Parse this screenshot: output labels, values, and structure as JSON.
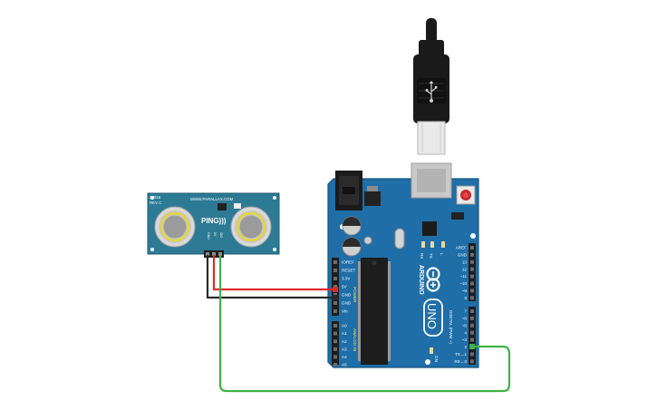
{
  "ping_sensor": {
    "model": "28015",
    "rev": "REV C",
    "website": "WWW.PARALLAX.COM",
    "brand": "PING)))",
    "pins": [
      "GND",
      "5V",
      "SIG"
    ]
  },
  "arduino": {
    "brand": "ARDUINO",
    "model": "UNO",
    "power_header_title": "POWER",
    "analog_header_title": "ANALOG IN",
    "digital_header_title": "DIGITAL (PWM ~)",
    "led_labels": [
      "RX",
      "TX",
      "L",
      "ON"
    ],
    "power_pins": [
      "IOREF",
      "RESET",
      "3.3V",
      "5V",
      "GND",
      "GND",
      "Vin"
    ],
    "analog_pins": [
      "A0",
      "A1",
      "A2",
      "A3",
      "A4",
      "A5"
    ],
    "digital_top_pins": [
      "AREF",
      "GND",
      "13",
      "12",
      "~11",
      "~10",
      "~9",
      "8"
    ],
    "digital_bottom_pins": [
      "7",
      "~6",
      "~5",
      "4",
      "~3",
      "2",
      "TX→1",
      "RX←0"
    ]
  },
  "wires": [
    {
      "name": "5v-wire",
      "color": "#e02b2b",
      "from": "PING 5V",
      "to": "Arduino 5V"
    },
    {
      "name": "gnd-wire",
      "color": "#2a2a2a",
      "from": "PING GND",
      "to": "Arduino GND"
    },
    {
      "name": "signal-wire",
      "color": "#3fb24a",
      "from": "PING SIG",
      "to": "Arduino pin 2"
    }
  ],
  "colors": {
    "board": "#1f6ea8",
    "sensor_board": "#2d7a95",
    "header": "#1e1e1e",
    "usb_cable": "#1a1a1a"
  }
}
